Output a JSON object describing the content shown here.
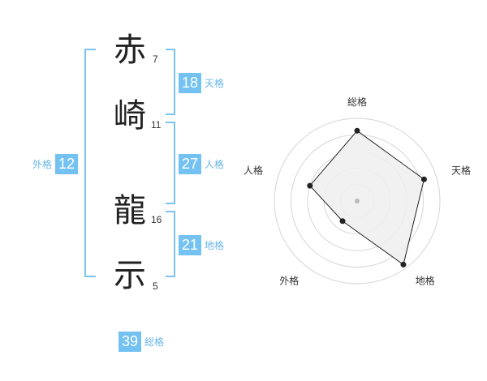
{
  "name_chars": [
    {
      "char": "赤",
      "strokes": "7"
    },
    {
      "char": "崎",
      "strokes": "11"
    },
    {
      "char": "龍",
      "strokes": "16"
    },
    {
      "char": "示",
      "strokes": "5"
    }
  ],
  "fortunes": {
    "tenkaku": {
      "value": "18",
      "label": "天格"
    },
    "jinkaku": {
      "value": "27",
      "label": "人格"
    },
    "chikaku": {
      "value": "21",
      "label": "地格"
    },
    "gaikaku": {
      "value": "12",
      "label": "外格"
    },
    "soukaku": {
      "value": "39",
      "label": "総格"
    }
  },
  "chart_data": {
    "type": "radar",
    "axes": [
      "総格",
      "天格",
      "地格",
      "外格",
      "人格"
    ],
    "values": [
      0.85,
      0.85,
      0.95,
      0.3,
      0.6
    ],
    "range": [
      0,
      1
    ],
    "rings": 5,
    "fill_color": "#eeeeee",
    "line_color": "#222222"
  }
}
